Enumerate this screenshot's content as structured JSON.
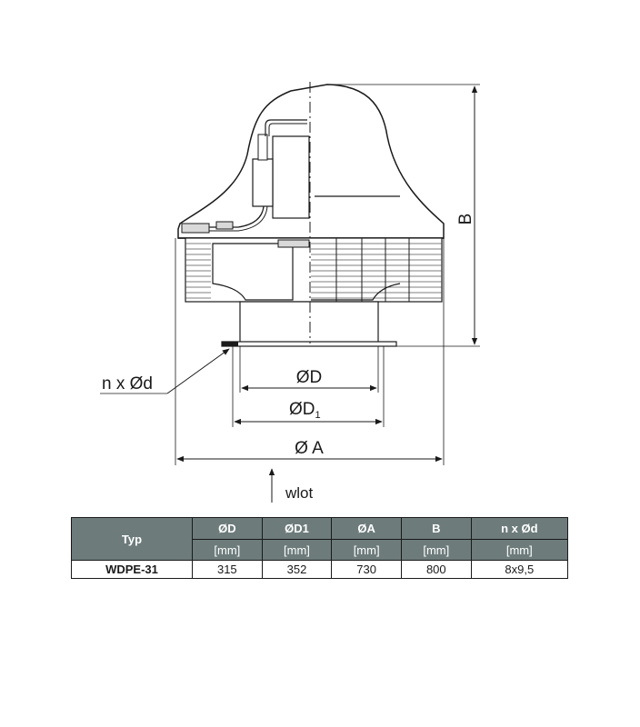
{
  "labels": {
    "dim_nd": "n x Ød",
    "dim_D": "ØD",
    "dim_D1_main": "ØD",
    "dim_D1_sub": "1",
    "dim_A": "Ø A",
    "dim_B": "B",
    "inlet": "wlot"
  },
  "table": {
    "headers": [
      "Typ",
      "ØD",
      "ØD1",
      "ØA",
      "B",
      "n x Ød"
    ],
    "units": [
      "[mm]",
      "[mm]",
      "[mm]",
      "[mm]",
      "[mm]"
    ],
    "rows": [
      {
        "model": "WDPE-31",
        "values": [
          "315",
          "352",
          "730",
          "800",
          "8x9,5"
        ]
      }
    ]
  }
}
